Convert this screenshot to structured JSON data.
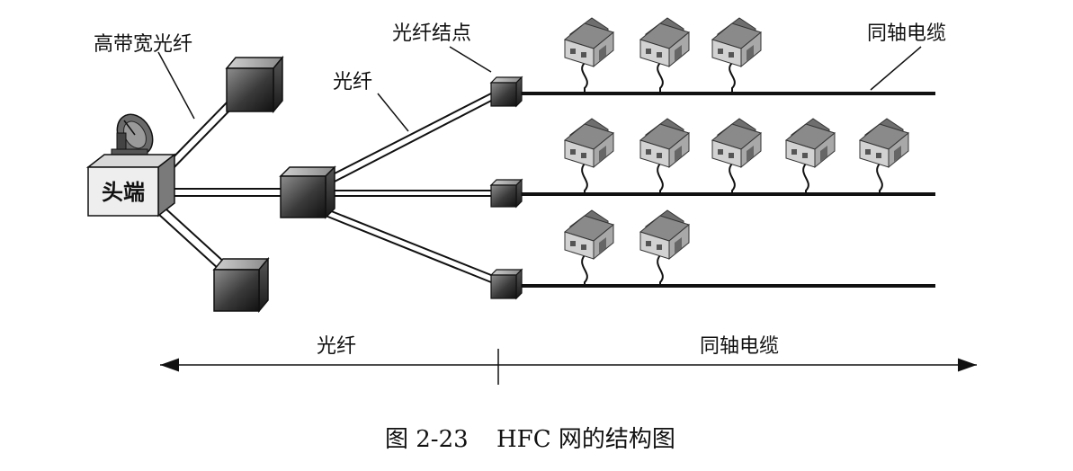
{
  "labels": {
    "wideband_fiber": "高带宽光纤",
    "fiber": "光纤",
    "fiber_node": "光纤结点",
    "coax": "同轴电缆",
    "headend": "头端",
    "span_fiber": "光纤",
    "span_coax": "同轴电缆"
  },
  "caption": {
    "number": "图 2-23",
    "title": "HFC 网的结构图"
  },
  "colors": {
    "line": "#111111",
    "box_dark": "#2a2a2a",
    "box_light": "#9a9a9a",
    "house_roof": "#7a7a7a",
    "house_wall": "#c8c8c8"
  }
}
